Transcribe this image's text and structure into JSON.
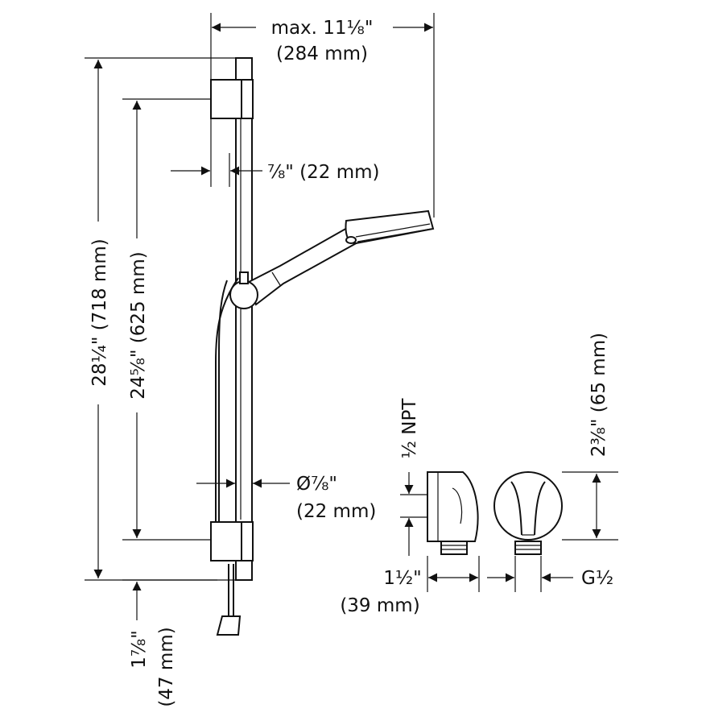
{
  "dimensions": {
    "max_width": {
      "line1": "max. 11⅛\"",
      "line2": "(284 mm)"
    },
    "bar_width": {
      "label": "⅞\" (22 mm)"
    },
    "total_height": {
      "label": "28¼\" (718 mm)"
    },
    "bracket_spacing": {
      "label": "24⅝\" (625 mm)"
    },
    "bar_diameter": {
      "line1": "Ø⅞\"",
      "line2": "(22 mm)"
    },
    "bottom_extension": {
      "line1": "1⅞\"",
      "line2": "(47 mm)"
    },
    "inlet_thread": {
      "label": "½ NPT"
    },
    "outlet_height": {
      "label": "2⅜\" (65 mm)"
    },
    "outlet_depth": {
      "line1": "1½\"",
      "line2": "(39 mm)"
    },
    "outlet_thread": {
      "label": "G½"
    }
  },
  "colors": {
    "line": "#111111",
    "background": "#ffffff"
  }
}
